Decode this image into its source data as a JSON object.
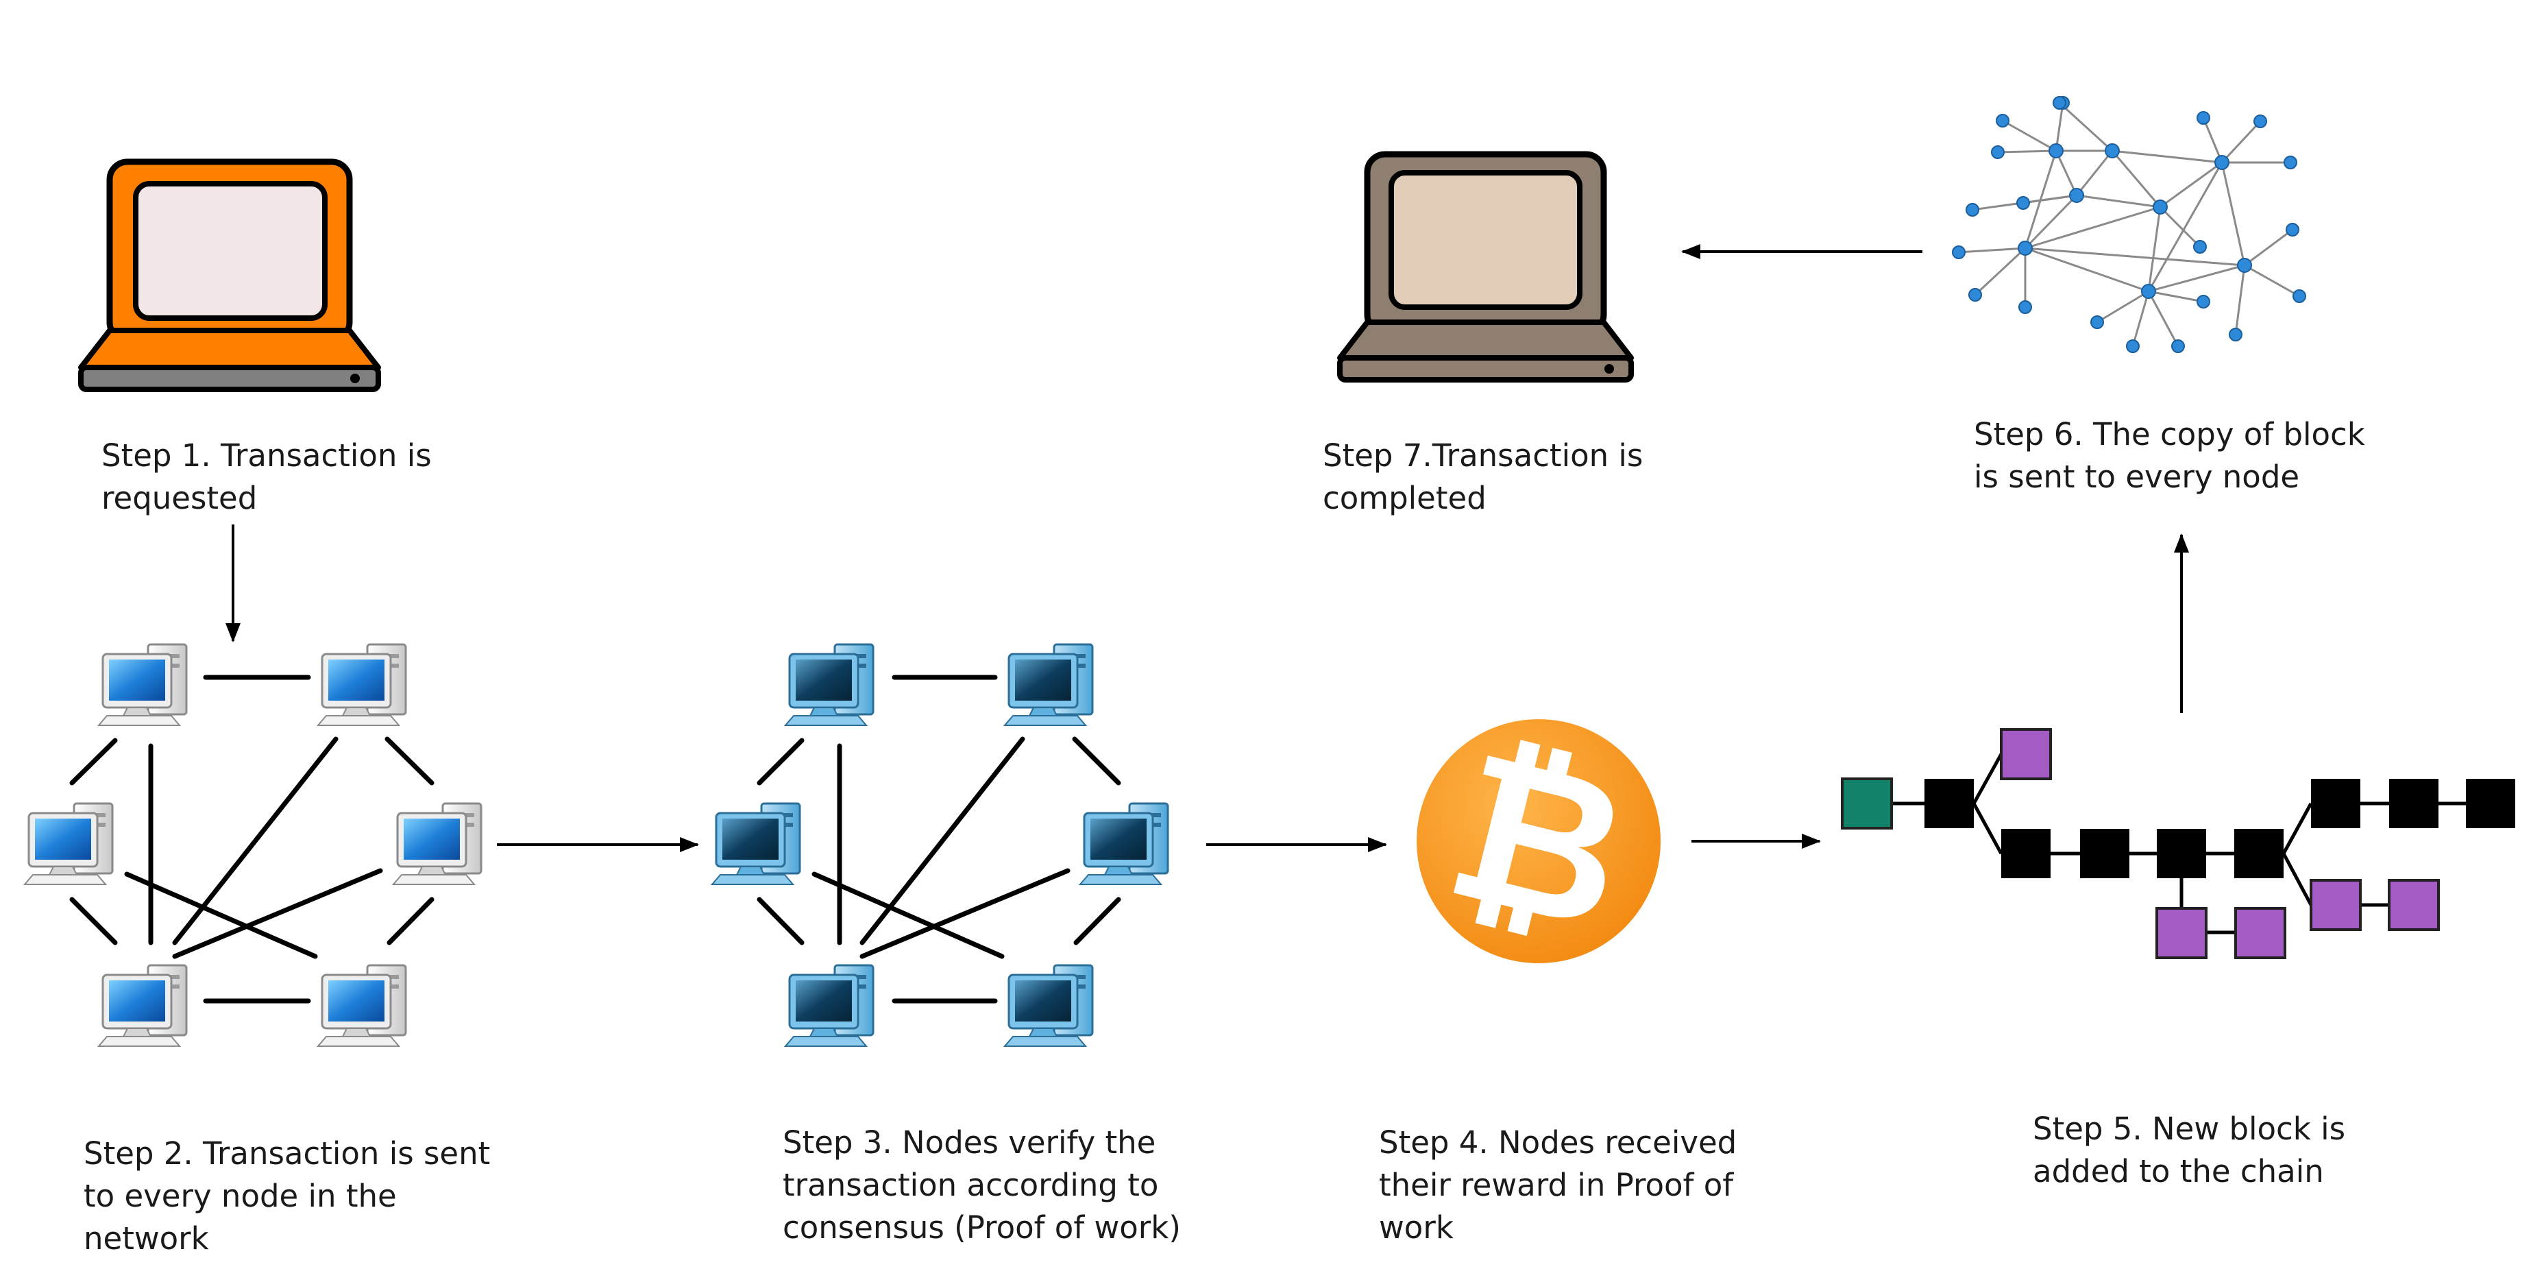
{
  "steps": {
    "step1": {
      "line1": "Step 1. Transaction is",
      "line2": "requested"
    },
    "step2": {
      "line1": "Step  2. Transaction is sent",
      "line2": "to every node  in the",
      "line3": "network"
    },
    "step3": {
      "line1": "Step 3. Nodes verify the",
      "line2": "transaction according to",
      "line3": "consensus (Proof of work)"
    },
    "step4": {
      "line1": "Step  4. Nodes  received",
      "line2": "their reward  in Proof  of",
      "line3": "work"
    },
    "step5": {
      "line1": "Step 5. New block is",
      "line2": "added to the chain"
    },
    "step6": {
      "line1": "Step 6. The copy of block",
      "line2": "is sent to every node"
    },
    "step7": {
      "line1": "Step 7.Transaction is",
      "line2": "completed"
    }
  },
  "colors": {
    "laptop_start": "#ff8000",
    "laptop_start_screen": "#f3e6e6",
    "laptop_end": "#8f7f70",
    "laptop_end_screen": "#e2cdb8",
    "bitcoin": "#f7931a",
    "block_black": "#000000",
    "block_purple": "#a45cc4",
    "block_green": "#13826a",
    "network_node": "#2e8ad8"
  },
  "icons": [
    "laptop-icon",
    "desktop-computer-icon",
    "bitcoin-icon",
    "blockchain-icon",
    "network-graph-icon",
    "arrow-icon"
  ]
}
